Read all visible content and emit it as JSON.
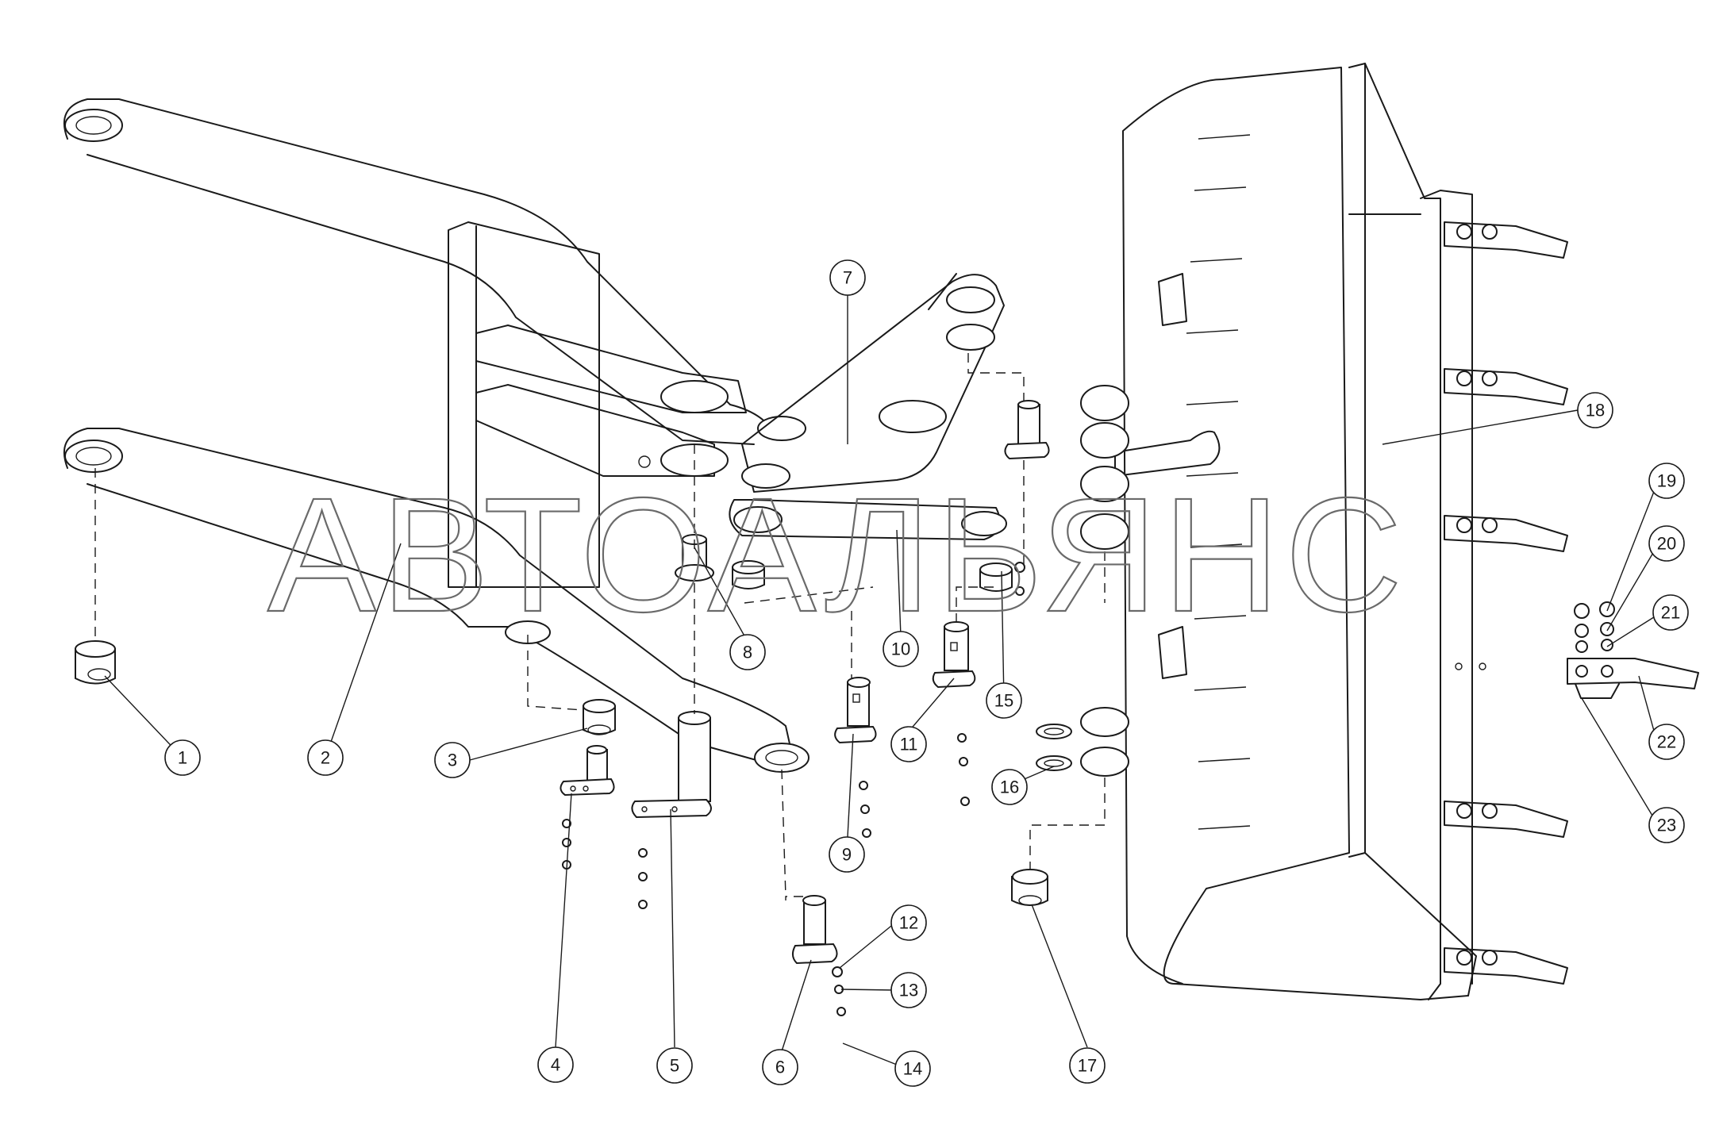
{
  "watermark": {
    "text": "АВТОАЛЬЯНС"
  },
  "callouts": [
    {
      "id": "1",
      "label": "1"
    },
    {
      "id": "2",
      "label": "2"
    },
    {
      "id": "3",
      "label": "3"
    },
    {
      "id": "4",
      "label": "4"
    },
    {
      "id": "5",
      "label": "5"
    },
    {
      "id": "6",
      "label": "6"
    },
    {
      "id": "7",
      "label": "7"
    },
    {
      "id": "8",
      "label": "8"
    },
    {
      "id": "9",
      "label": "9"
    },
    {
      "id": "10",
      "label": "10"
    },
    {
      "id": "11",
      "label": "11"
    },
    {
      "id": "12",
      "label": "12"
    },
    {
      "id": "13",
      "label": "13"
    },
    {
      "id": "14",
      "label": "14"
    },
    {
      "id": "15",
      "label": "15"
    },
    {
      "id": "16",
      "label": "16"
    },
    {
      "id": "17",
      "label": "17"
    },
    {
      "id": "18",
      "label": "18"
    },
    {
      "id": "19",
      "label": "19"
    },
    {
      "id": "20",
      "label": "20"
    },
    {
      "id": "21",
      "label": "21"
    },
    {
      "id": "22",
      "label": "22"
    },
    {
      "id": "23",
      "label": "23"
    }
  ]
}
